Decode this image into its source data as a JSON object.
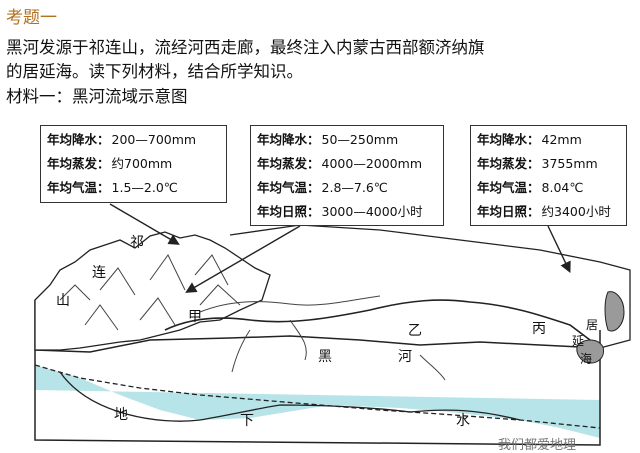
{
  "heading": "考题一",
  "paragraph": {
    "line1": "黑河发源于祁连山，流经河西走廊，最终注入内蒙古西部额济纳旗",
    "line2": "的居延海。读下列材料，结合所学知识。",
    "line3": "材料一：黑河流域示意图"
  },
  "boxes": {
    "a": {
      "rows": [
        {
          "k": "年均降水：",
          "v": "200—700mm"
        },
        {
          "k": "年均蒸发：",
          "v": "约700mm"
        },
        {
          "k": "年均气温：",
          "v": "1.5—2.0℃"
        }
      ]
    },
    "b": {
      "rows": [
        {
          "k": "年均降水：",
          "v": "50—250mm"
        },
        {
          "k": "年均蒸发：",
          "v": "4000—2000mm"
        },
        {
          "k": "年均气温：",
          "v": "2.8—7.6℃"
        },
        {
          "k": "年均日照：",
          "v": "3000—4000小时"
        }
      ]
    },
    "c": {
      "rows": [
        {
          "k": "年均降水：",
          "v": "42mm"
        },
        {
          "k": "年均蒸发：",
          "v": "3755mm"
        },
        {
          "k": "年均气温：",
          "v": "8.04℃"
        },
        {
          "k": "年均日照：",
          "v": "约3400小时"
        }
      ]
    }
  },
  "map_labels": {
    "qi": "祁",
    "lian": "连",
    "shan": "山",
    "jia": "甲",
    "yi": "乙",
    "bing": "丙",
    "hei": "黑",
    "he": "河",
    "ju": "居",
    "yan": "延",
    "hai": "海",
    "di": "地",
    "xia": "下",
    "shui": "水"
  },
  "watermark": "我们都爱地理"
}
